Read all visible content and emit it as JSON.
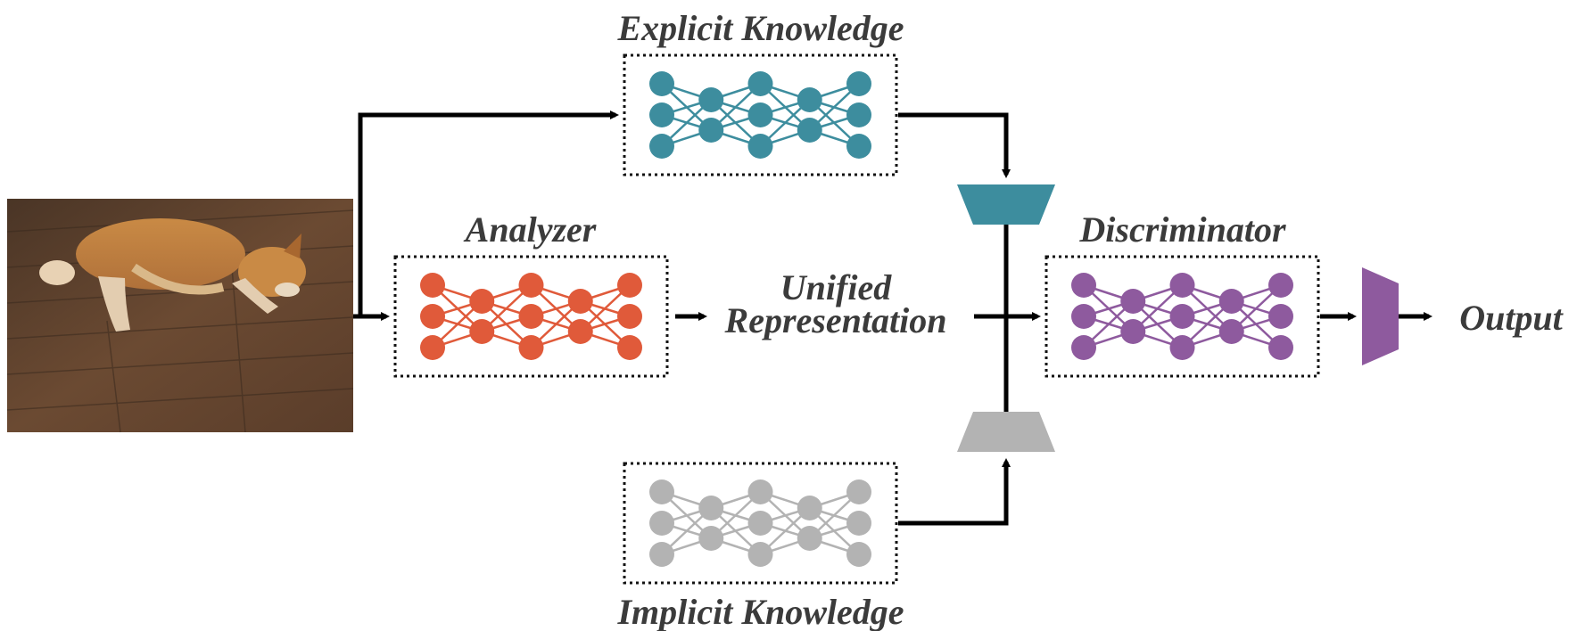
{
  "labels": {
    "explicit": "Explicit Knowledge",
    "analyzer": "Analyzer",
    "unified_line1": "Unified",
    "unified_line2": "Representation",
    "discriminator": "Discriminator",
    "implicit": "Implicit Knowledge",
    "output": "Output"
  },
  "colors": {
    "explicit": "#3d8d9e",
    "analyzer": "#e05a3a",
    "discriminator": "#8e5a9e",
    "implicit": "#b3b3b3",
    "arrow": "#000000",
    "text": "#3b3b3b"
  },
  "networks": {
    "layer_node_counts": [
      3,
      2,
      3,
      2,
      3
    ]
  },
  "photo": {
    "subject": "dog lying on wooden floor"
  }
}
